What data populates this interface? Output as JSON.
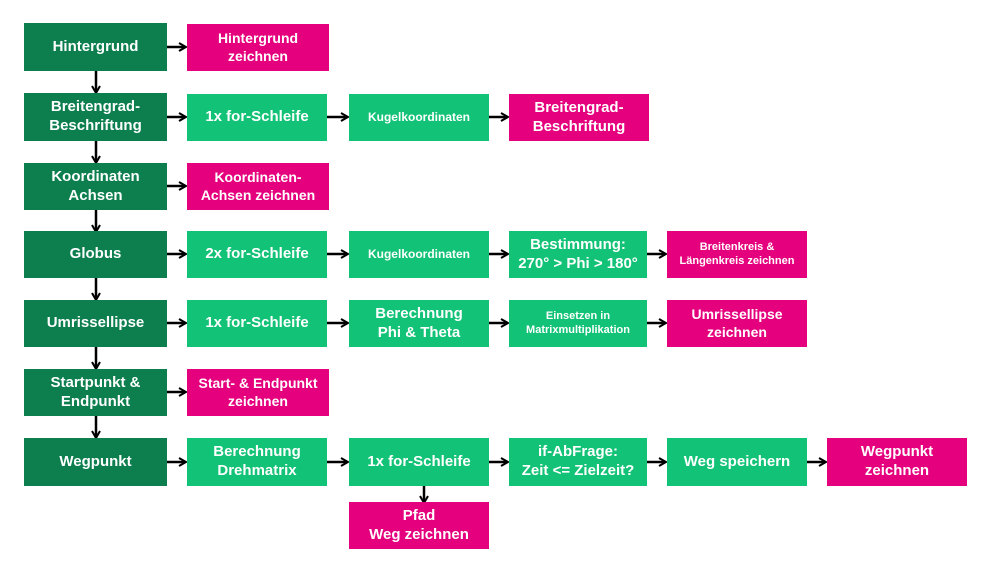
{
  "colors": {
    "main_step": "#0d7f4e",
    "sub_step": "#12c276",
    "output": "#e5007d",
    "arrow": "#000000"
  },
  "rows": [
    {
      "main": "Hintergrund",
      "steps": [],
      "output": "Hintergrund\nzeichnen"
    },
    {
      "main": "Breitengrad-\nBeschriftung",
      "steps": [
        "1x for-Schleife",
        "Kugelkoordinaten"
      ],
      "output": "Breitengrad-\nBeschriftung"
    },
    {
      "main": "Koordinaten\nAchsen",
      "steps": [],
      "output": "Koordinaten-\nAchsen zeichnen"
    },
    {
      "main": "Globus",
      "steps": [
        "2x for-Schleife",
        "Kugelkoordinaten",
        "Bestimmung:\n270° > Phi > 180°"
      ],
      "output": "Breitenkreis &\nLängenkreis zeichnen"
    },
    {
      "main": "Umrissellipse",
      "steps": [
        "1x for-Schleife",
        "Berechnung\nPhi & Theta",
        "Einsetzen in\nMatrixmultiplikation"
      ],
      "output": "Umrissellipse\nzeichnen"
    },
    {
      "main": "Startpunkt &\nEndpunkt",
      "steps": [],
      "output": "Start- & Endpunkt\nzeichnen"
    },
    {
      "main": "Wegpunkt",
      "steps": [
        "Berechnung\nDrehmatrix",
        "1x for-Schleife",
        "if-AbFrage:\nZeit <= Zielzeit?",
        "Weg speichern"
      ],
      "output": "Wegpunkt\nzeichnen"
    }
  ],
  "branch_output": "Pfad\nWeg zeichnen"
}
